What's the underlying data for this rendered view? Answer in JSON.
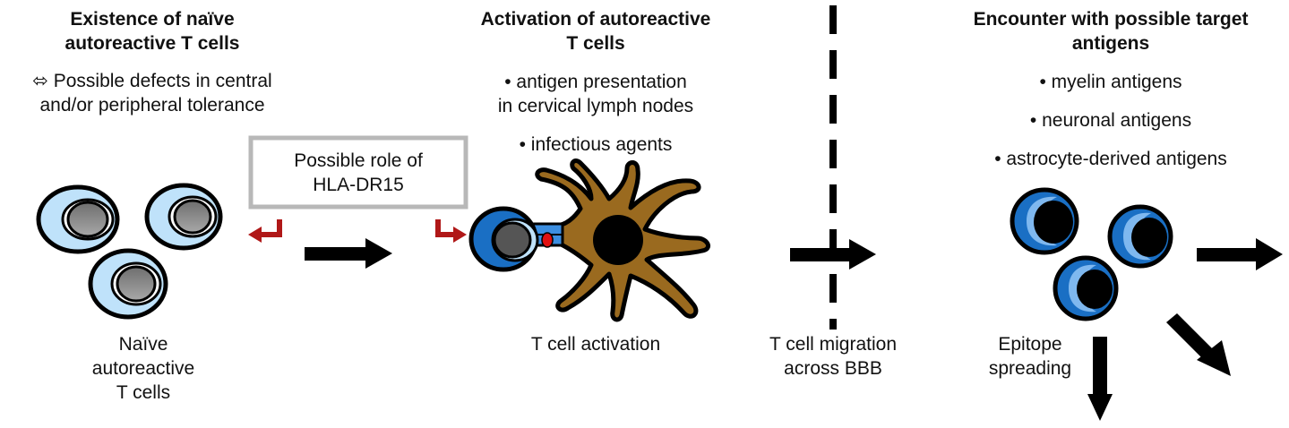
{
  "stages": [
    {
      "heading": [
        "Existence of naïve",
        "autoreactive T cells"
      ],
      "bullets": [],
      "note": [
        "⬄ Possible defects in central",
        "and/or peripheral tolerance"
      ],
      "cell_label": [
        "Naïve",
        "autoreactive",
        "T cells"
      ]
    },
    {
      "heading": [
        "Activation of autoreactive",
        "T cells"
      ],
      "bullets": [
        "• antigen presentation",
        "in cervical lymph nodes",
        "• infectious agents"
      ],
      "cell_label": [
        "T cell activation"
      ]
    },
    {
      "heading": [
        "Encounter with possible target",
        "antigens"
      ],
      "bullets": [
        "• myelin antigens",
        "• neuronal antigens",
        "• astrocyte-derived antigens"
      ],
      "cell_label": [
        "Epitope",
        "spreading"
      ]
    }
  ],
  "hla_box": [
    "Possible role of",
    "HLA-DR15"
  ],
  "migration_label": [
    "T cell migration",
    "across BBB"
  ],
  "colors": {
    "naive_outer": "#bfe2fa",
    "naive_inner": "#8a8a8a",
    "active_outer": "#1a6fc4",
    "active_inner": "#000000",
    "dendritic": "#9a6a1f",
    "hla_border": "#b8b8b8",
    "red_arrow": "#b01818",
    "antigen_dot": "#e01010"
  }
}
